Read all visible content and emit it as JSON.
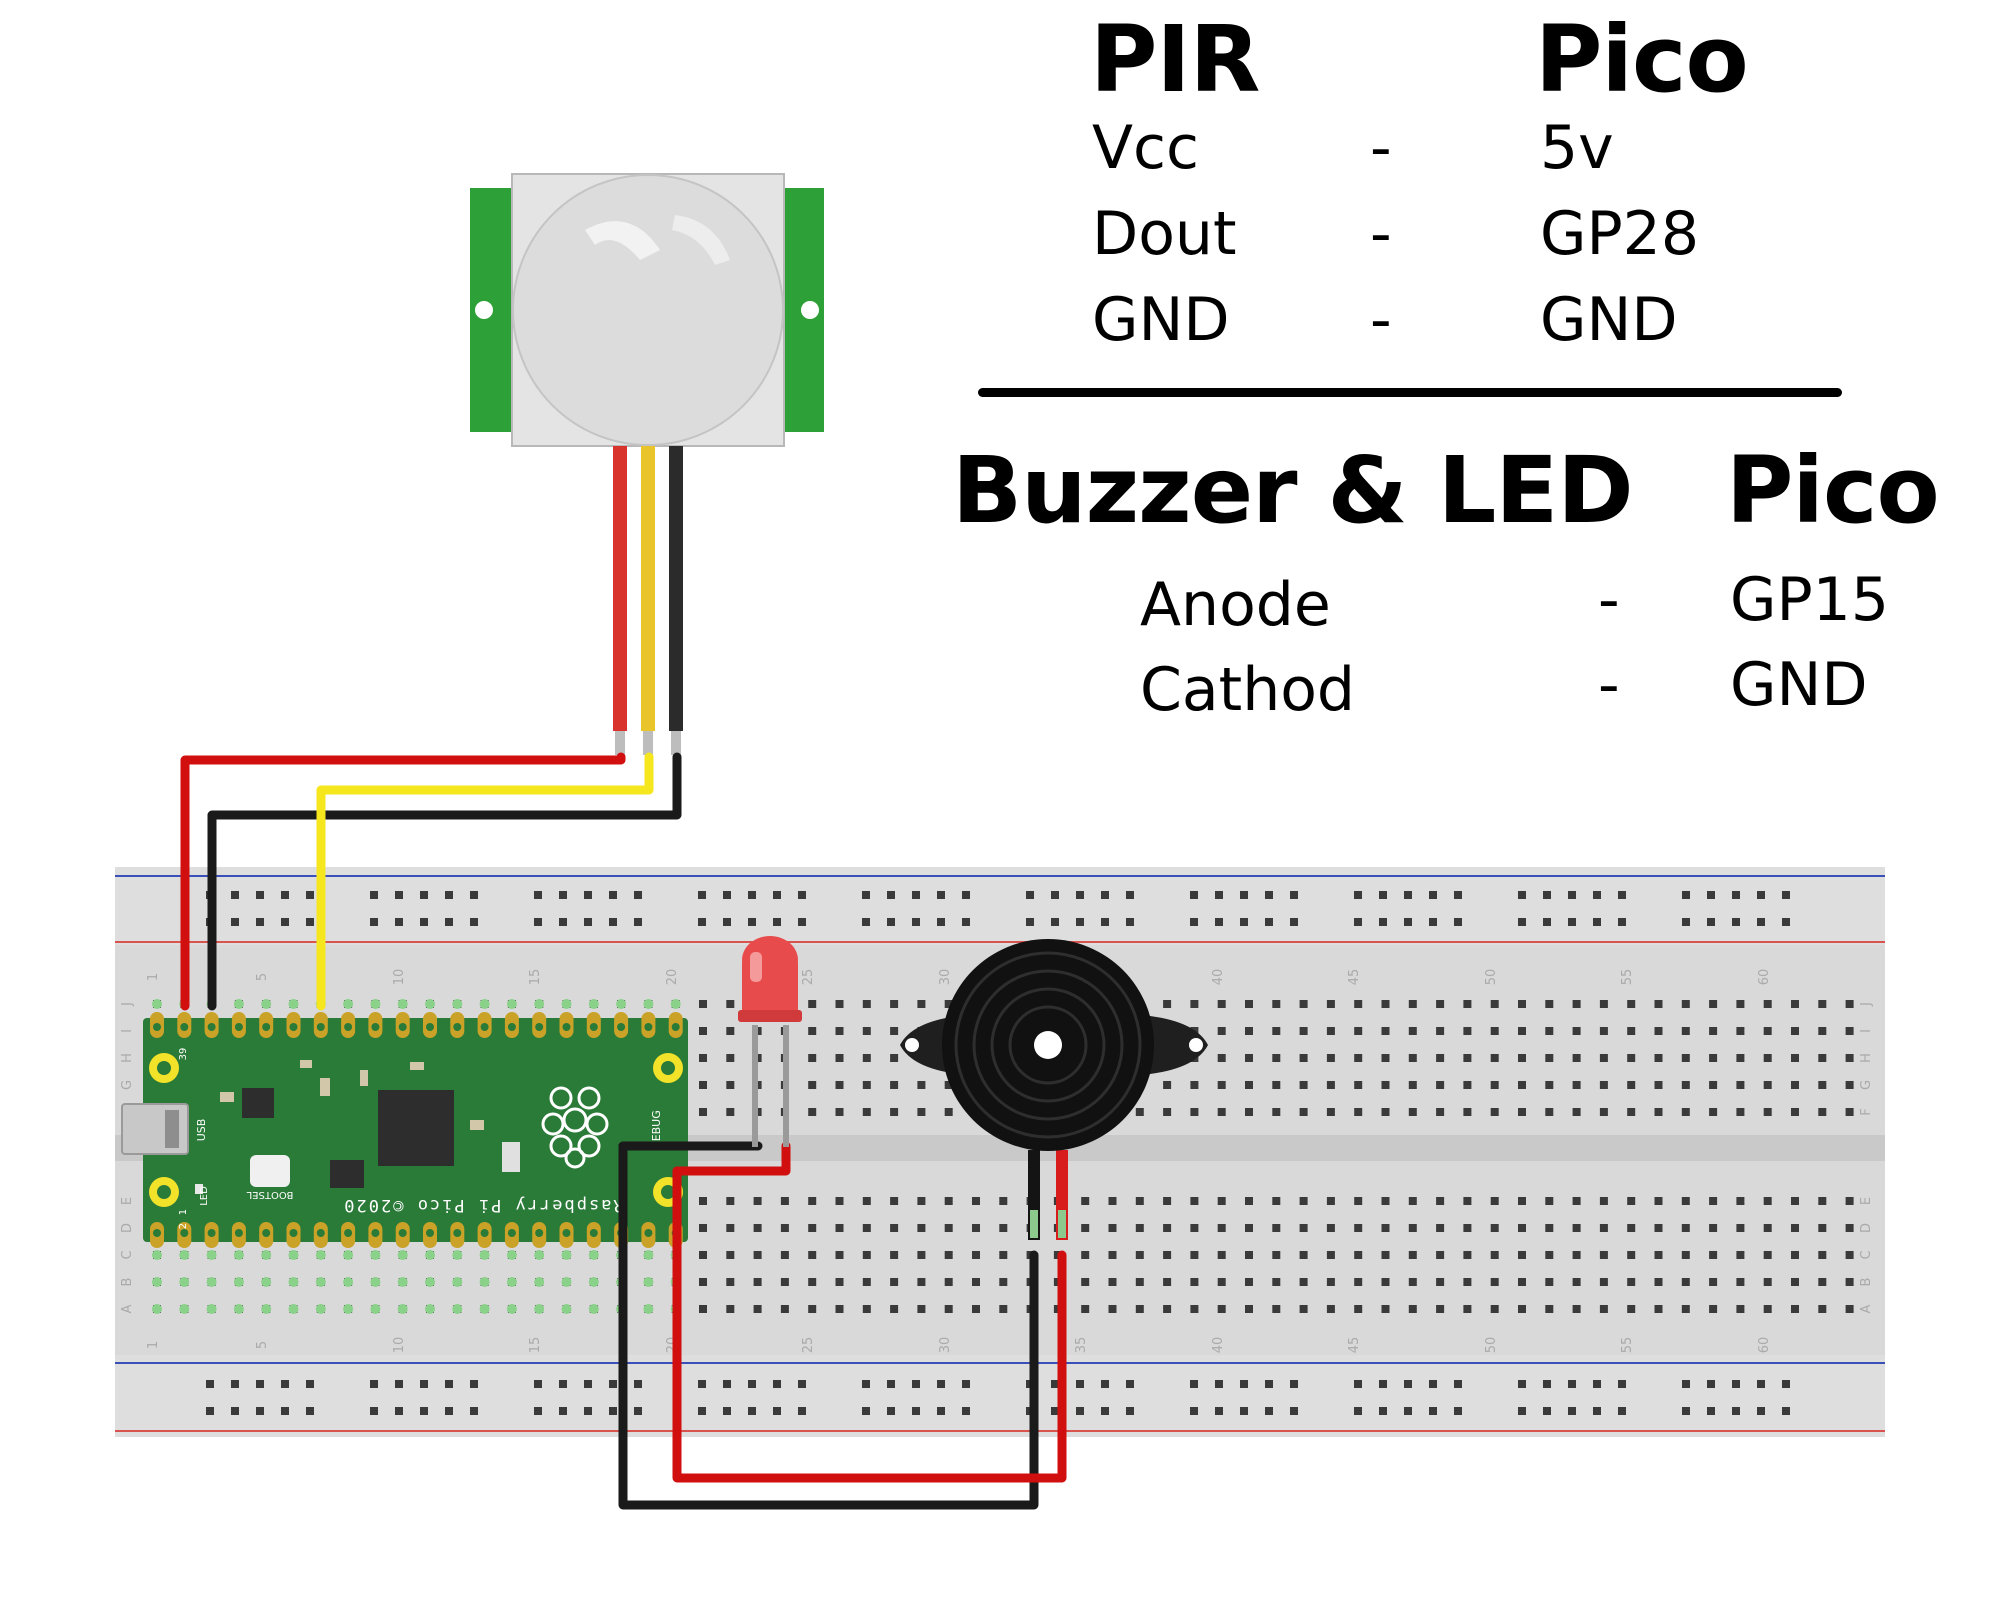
{
  "pir_table": {
    "heading_left": "PIR",
    "heading_right": "Pico",
    "rows": [
      {
        "from": "Vcc",
        "sep": "-",
        "to": "5v"
      },
      {
        "from": "Dout",
        "sep": "-",
        "to": "GP28"
      },
      {
        "from": "GND",
        "sep": "-",
        "to": "GND"
      }
    ]
  },
  "buzzer_table": {
    "heading_left": "Buzzer & LED",
    "heading_right": "Pico",
    "rows": [
      {
        "from": "Anode",
        "sep": "-",
        "to": "GP15"
      },
      {
        "from": "Cathod",
        "sep": "-",
        "to": "GND"
      }
    ]
  },
  "breadboard": {
    "row_letters_top": [
      "J",
      "I",
      "H",
      "G",
      "F"
    ],
    "row_letters_bottom": [
      "E",
      "D",
      "C",
      "B",
      "A"
    ],
    "column_numbers": [
      "1",
      "5",
      "10",
      "15",
      "20",
      "25",
      "30",
      "35",
      "40",
      "45",
      "50",
      "55",
      "60"
    ]
  },
  "pico_board": {
    "brand_text": "Raspberry Pi Pico ©2020",
    "bootsel_label": "BOOTSEL",
    "usb_label": "USB",
    "led_label": "LED",
    "debug_label": "DEBUG",
    "pin_39": "39",
    "pin_1": "1",
    "pin_2": "2"
  },
  "colors": {
    "wire_red": "#d20f0f",
    "wire_yellow": "#f5e61e",
    "wire_black": "#1a1a1a",
    "pico_green": "#2a7a38",
    "pir_green": "#2ea038",
    "breadboard": "#dedede",
    "rail_red": "#d9534f",
    "rail_blue": "#3a4fb8"
  }
}
